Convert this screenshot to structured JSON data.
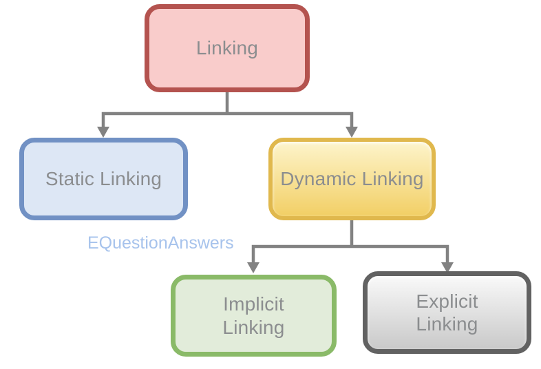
{
  "diagram": {
    "type": "tree-flowchart",
    "watermark": {
      "text": "EQuestionAnswers",
      "color": "#a7c3ec"
    },
    "connector_color": "#828282",
    "text_color": "#8b8d8f",
    "nodes": {
      "linking": {
        "label": "Linking",
        "fill": "#f9cccb",
        "border": "#b4534f"
      },
      "static_linking": {
        "label": "Static Linking",
        "fill": "#dde7f5",
        "border": "#7191c4"
      },
      "dynamic_linking": {
        "label": "Dynamic Linking",
        "fill_top": "#fdf4cb",
        "fill_bottom": "#f2cf65",
        "border": "#e0b84d"
      },
      "implicit_linking": {
        "label": "Implicit\nLinking",
        "fill": "#e2ecda",
        "border": "#8aba68"
      },
      "explicit_linking": {
        "label": "Explicit\nLinking",
        "fill_top": "#f9f9f9",
        "fill_bottom": "#c9c9c9",
        "border": "#626262"
      }
    },
    "edges": [
      {
        "from": "linking",
        "to": "static_linking"
      },
      {
        "from": "linking",
        "to": "dynamic_linking"
      },
      {
        "from": "dynamic_linking",
        "to": "implicit_linking"
      },
      {
        "from": "dynamic_linking",
        "to": "explicit_linking"
      }
    ]
  }
}
